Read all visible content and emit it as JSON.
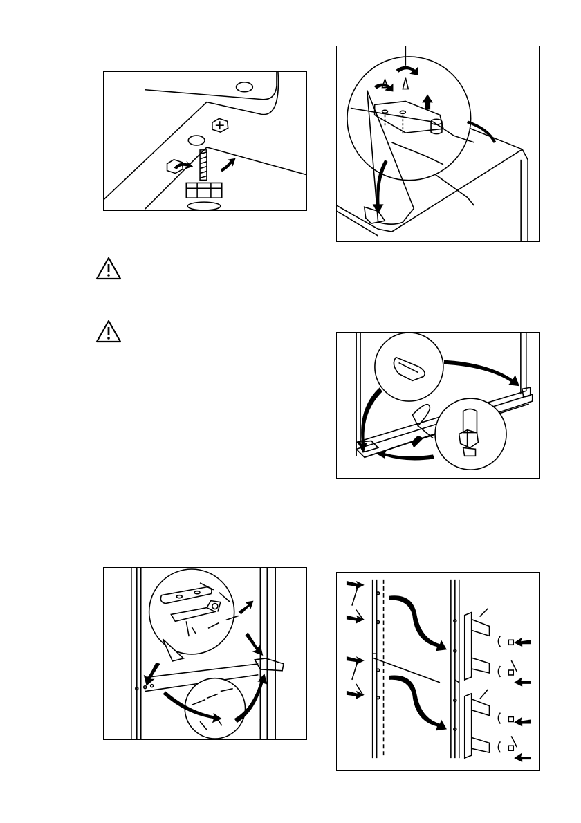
{
  "illustrations": [
    {
      "id": "leveling-foot",
      "label": ""
    },
    {
      "id": "top-hinge-removal",
      "label": ""
    },
    {
      "id": "door-swap",
      "label": ""
    },
    {
      "id": "middle-hinge",
      "label": ""
    },
    {
      "id": "handle-reversal",
      "label": ""
    }
  ],
  "warnings": [
    {
      "icon": "warning-triangle-icon"
    },
    {
      "icon": "warning-triangle-icon"
    }
  ],
  "colors": {
    "line": "#000000",
    "background": "#ffffff"
  }
}
